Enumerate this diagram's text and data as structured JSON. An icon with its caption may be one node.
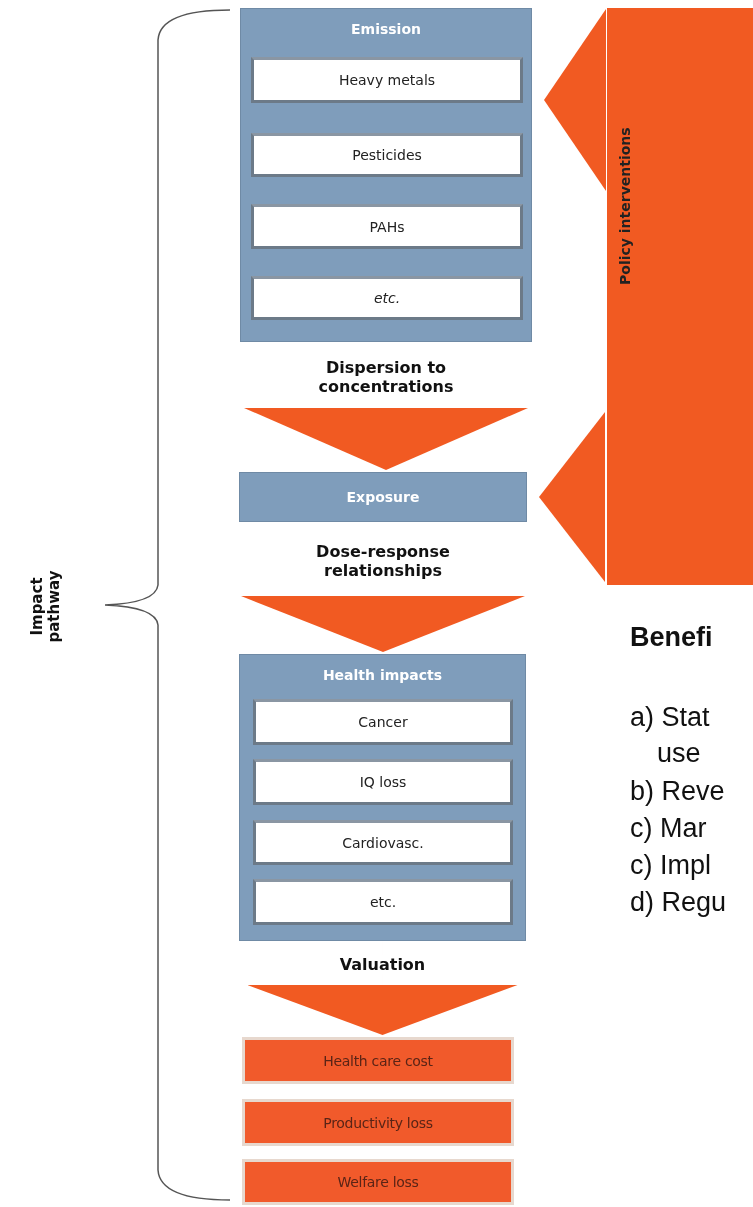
{
  "diagram": {
    "nodes": [
      {
        "text": [
          "Emission"
        ]
      },
      {
        "text": [
          "Heavy metals"
        ],
        "in": 0
      },
      {
        "text": [
          "Pesticides"
        ],
        "in": 0
      },
      {
        "text": [
          "PAHs"
        ],
        "in": 0
      },
      {
        "text": [
          "etc."
        ],
        "in": 0
      },
      {
        "text": [
          "Exposure"
        ]
      },
      {
        "text": [
          "Health impacts"
        ]
      },
      {
        "text": [
          "Cancer"
        ],
        "in": 6
      },
      {
        "text": [
          "IQ loss"
        ],
        "in": 6
      },
      {
        "text": [
          "Cardiovasc."
        ],
        "in": 6
      },
      {
        "text": [
          "etc."
        ],
        "in": 6
      },
      {
        "text": [
          "Health care cost"
        ]
      },
      {
        "text": [
          "Productivity loss"
        ]
      },
      {
        "text": [
          "Welfare loss"
        ]
      },
      {
        "text": [
          "Policy interventions"
        ]
      }
    ],
    "edges": [
      {
        "from": 0,
        "to": 5,
        "arrow": "to",
        "label": "Dispersion to concentrations"
      },
      {
        "from": 5,
        "to": 6,
        "arrow": "to",
        "label": "Dose-response relationships"
      },
      {
        "from": 6,
        "to": 11,
        "arrow": "to",
        "label": "Valuation"
      },
      {
        "from": 14,
        "to": 0,
        "arrow": "to"
      },
      {
        "from": 14,
        "to": 5,
        "arrow": "to"
      }
    ],
    "labels": [
      "Impact pathway",
      "Benefi",
      "a) Stat",
      "use",
      "b) Reve",
      "c) Mar",
      "c) Impl",
      "d) Regu"
    ]
  }
}
